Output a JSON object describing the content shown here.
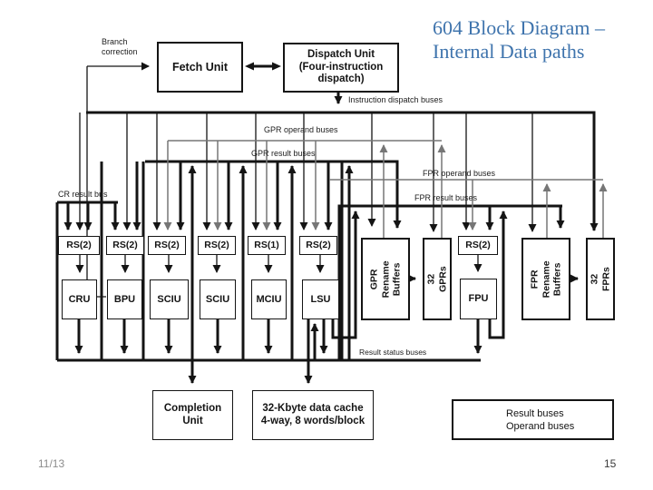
{
  "title": {
    "line1": "604 Block Diagram –",
    "line2": "Internal Data paths"
  },
  "footer": {
    "date": "11/13",
    "page": "15"
  },
  "colors": {
    "title_blue": "#3f74ad",
    "result_bus_black": "#141414",
    "operand_bus_gray": "#767676",
    "background": "#ffffff"
  },
  "diagram": {
    "boxes": {
      "fetch": {
        "label": "Fetch Unit"
      },
      "dispatch": {
        "label": "Dispatch Unit\n(Four-instruction\ndispatch)"
      },
      "rs1": {
        "label": "RS(2)"
      },
      "rs2": {
        "label": "RS(2)"
      },
      "rs3": {
        "label": "RS(2)"
      },
      "rs4": {
        "label": "RS(2)"
      },
      "rs5": {
        "label": "RS(1)"
      },
      "rs6": {
        "label": "RS(2)"
      },
      "gpr_rename": {
        "label": "GPR\nRename\nBuffers"
      },
      "gprs": {
        "label": "32 GPRs"
      },
      "rs7": {
        "label": "RS(2)"
      },
      "fpr_rename": {
        "label": "FPR\nRename\nBuffers"
      },
      "fprs": {
        "label": "32 FPRs"
      },
      "cru": {
        "label": "CRU"
      },
      "bpu": {
        "label": "BPU"
      },
      "sciu1": {
        "label": "SCIU"
      },
      "sciu2": {
        "label": "SCIU"
      },
      "mciu": {
        "label": "MCIU"
      },
      "lsu": {
        "label": "LSU"
      },
      "fpu": {
        "label": "FPU"
      },
      "completion": {
        "label": "Completion\nUnit"
      },
      "cache": {
        "label": "32-Kbyte data cache\n4-way, 8 words/block"
      }
    },
    "bus_labels": {
      "branch_correction": "Branch\ncorrection",
      "instruction_dispatch": "Instruction dispatch buses",
      "gpr_operand": "GPR operand buses",
      "gpr_result": "GPR result buses",
      "fpr_operand": "FPR operand buses",
      "fpr_result": "FPR result buses",
      "cr_result": "CR result bus",
      "result_status": "Result status buses"
    },
    "legend": {
      "result": "Result buses",
      "operand": "Operand buses"
    }
  }
}
